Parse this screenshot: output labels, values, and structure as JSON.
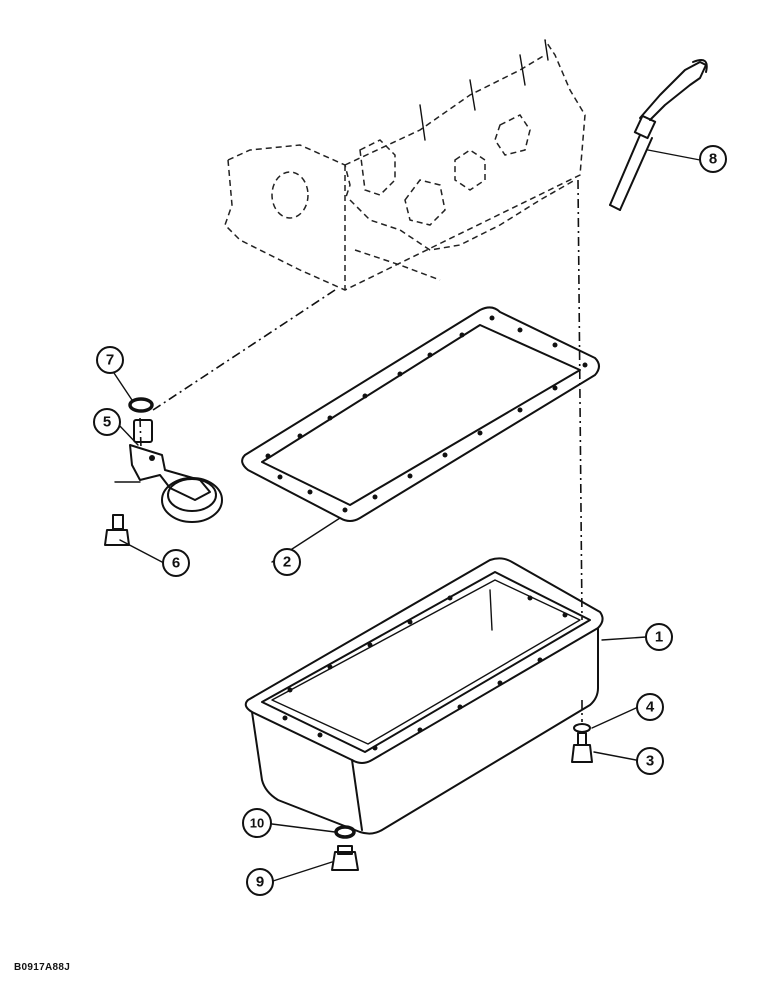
{
  "callouts": [
    {
      "id": "1",
      "label": "1"
    },
    {
      "id": "2",
      "label": "2"
    },
    {
      "id": "3",
      "label": "3"
    },
    {
      "id": "4",
      "label": "4"
    },
    {
      "id": "5",
      "label": "5"
    },
    {
      "id": "6",
      "label": "6"
    },
    {
      "id": "7",
      "label": "7"
    },
    {
      "id": "8",
      "label": "8"
    },
    {
      "id": "9",
      "label": "9"
    },
    {
      "id": "10",
      "label": "10"
    }
  ],
  "figure_code": "B0917A88J"
}
